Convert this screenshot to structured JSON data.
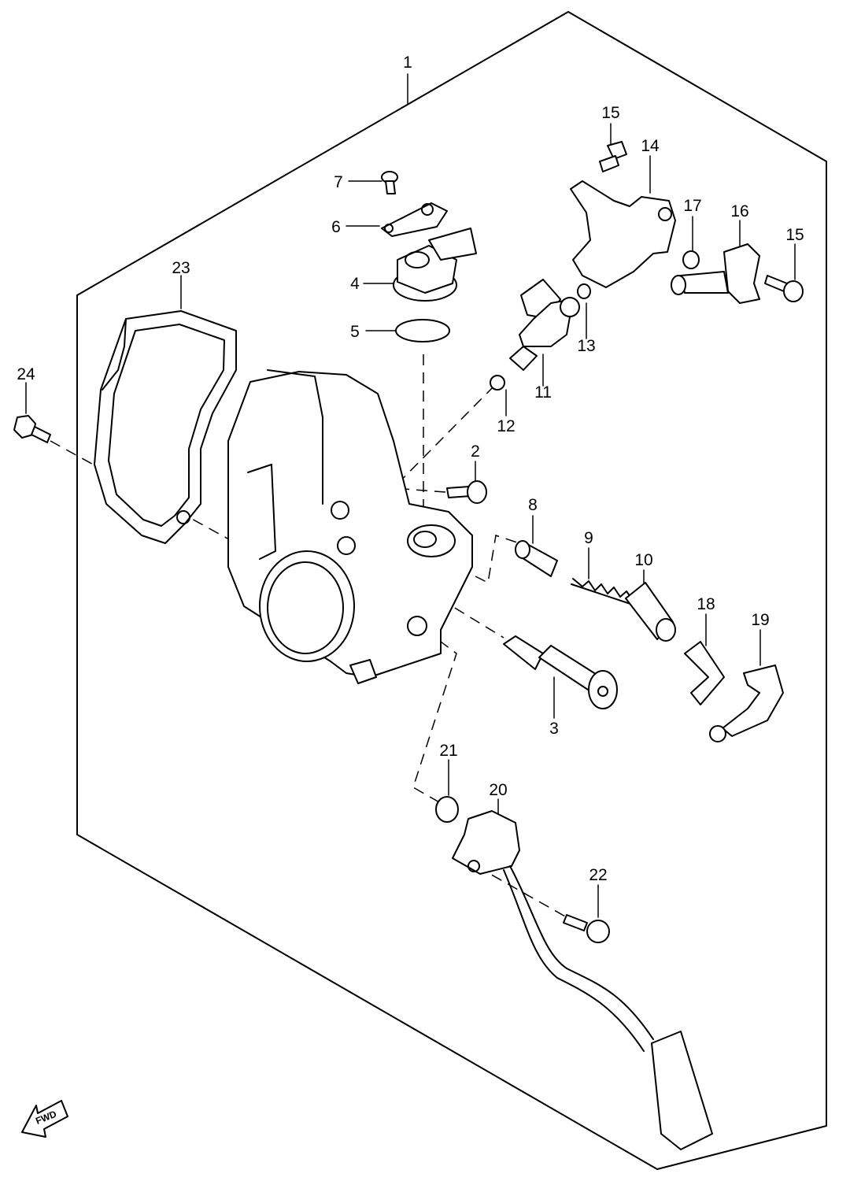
{
  "diagram": {
    "callouts": [
      {
        "id": "c1",
        "label": "1"
      },
      {
        "id": "c2",
        "label": "2"
      },
      {
        "id": "c3",
        "label": "3"
      },
      {
        "id": "c4",
        "label": "4"
      },
      {
        "id": "c5",
        "label": "5"
      },
      {
        "id": "c6",
        "label": "6"
      },
      {
        "id": "c7",
        "label": "7"
      },
      {
        "id": "c8",
        "label": "8"
      },
      {
        "id": "c9",
        "label": "9"
      },
      {
        "id": "c10",
        "label": "10"
      },
      {
        "id": "c11",
        "label": "11"
      },
      {
        "id": "c12",
        "label": "12"
      },
      {
        "id": "c13",
        "label": "13"
      },
      {
        "id": "c14",
        "label": "14"
      },
      {
        "id": "c15a",
        "label": "15"
      },
      {
        "id": "c15b",
        "label": "15"
      },
      {
        "id": "c16",
        "label": "16"
      },
      {
        "id": "c17",
        "label": "17"
      },
      {
        "id": "c18",
        "label": "18"
      },
      {
        "id": "c19",
        "label": "19"
      },
      {
        "id": "c20",
        "label": "20"
      },
      {
        "id": "c21",
        "label": "21"
      },
      {
        "id": "c22",
        "label": "22"
      },
      {
        "id": "c23",
        "label": "23"
      },
      {
        "id": "c24",
        "label": "24"
      }
    ],
    "direction_arrow": {
      "label": "FWD"
    }
  }
}
